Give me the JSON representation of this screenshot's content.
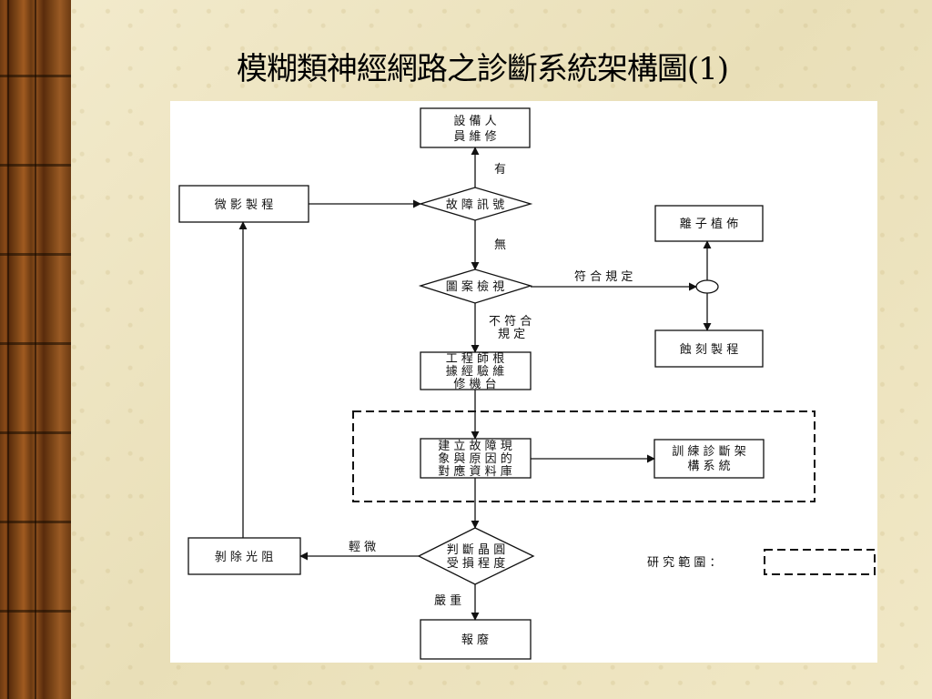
{
  "title": "模糊類神經網路之診斷系統架構圖(1)",
  "nodes": {
    "maintenance_1": "設 備 人",
    "maintenance_2": "員 維 修",
    "fault_signal": "故 障 訊 號",
    "lithography": "微 影 製 程",
    "pattern_check": "圖 案 檢 視",
    "ion_implant": "離 子 植 佈",
    "etching": "蝕 刻 製 程",
    "engineer_1": "工 程 師 根",
    "engineer_2": "據 經 驗 維",
    "engineer_3": "修 機 台",
    "database_1": "建 立 故 障 現",
    "database_2": "象 與 原 因 的",
    "database_3": "對 應 資 料 庫",
    "train_1": "訓 練 診 斷 架",
    "train_2": "構 系 統",
    "judge_1": "判 斷 晶 圓",
    "judge_2": "受 損 程 度",
    "strip_resist": "剝 除 光 阻",
    "scrap": "報 廢"
  },
  "edge_labels": {
    "yes": "有",
    "no": "無",
    "conforms": "符 合 規 定",
    "not_conform_1": "不 符 合",
    "not_conform_2": "規 定",
    "minor": "輕 微",
    "severe": "嚴 重"
  },
  "legend": {
    "label": "研 究 範 圍 ："
  }
}
